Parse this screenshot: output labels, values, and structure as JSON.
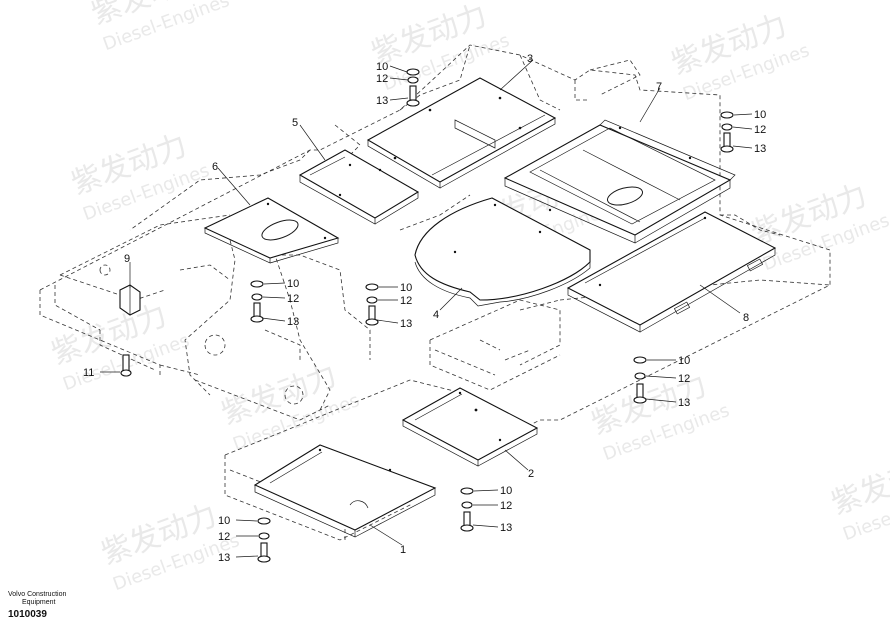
{
  "watermark": {
    "text_cn": "紫发动力",
    "text_en": "Diesel-Engines"
  },
  "caption": {
    "line1": "Volvo Construction",
    "line2": "Equipment",
    "code": "1010039"
  },
  "callouts": {
    "c1": "1",
    "c2": "2",
    "c3": "3",
    "c4": "4",
    "c5": "5",
    "c6": "6",
    "c7": "7",
    "c8": "8",
    "c9": "9",
    "c11": "11",
    "g_a": {
      "n10": "10",
      "n12": "12",
      "n13": "13"
    },
    "g_b": {
      "n10": "10",
      "n12": "12",
      "n13": "13"
    },
    "g_c": {
      "n10": "10",
      "n12": "12",
      "n13": "13"
    },
    "g_d": {
      "n10": "10",
      "n12": "12",
      "n13": "13"
    },
    "g_e": {
      "n10": "10",
      "n12": "12",
      "n13": "13"
    },
    "g_f": {
      "n10": "10",
      "n12": "12",
      "n13": "13"
    },
    "g_g": {
      "n10": "10",
      "n12": "12",
      "n13": "13"
    }
  }
}
